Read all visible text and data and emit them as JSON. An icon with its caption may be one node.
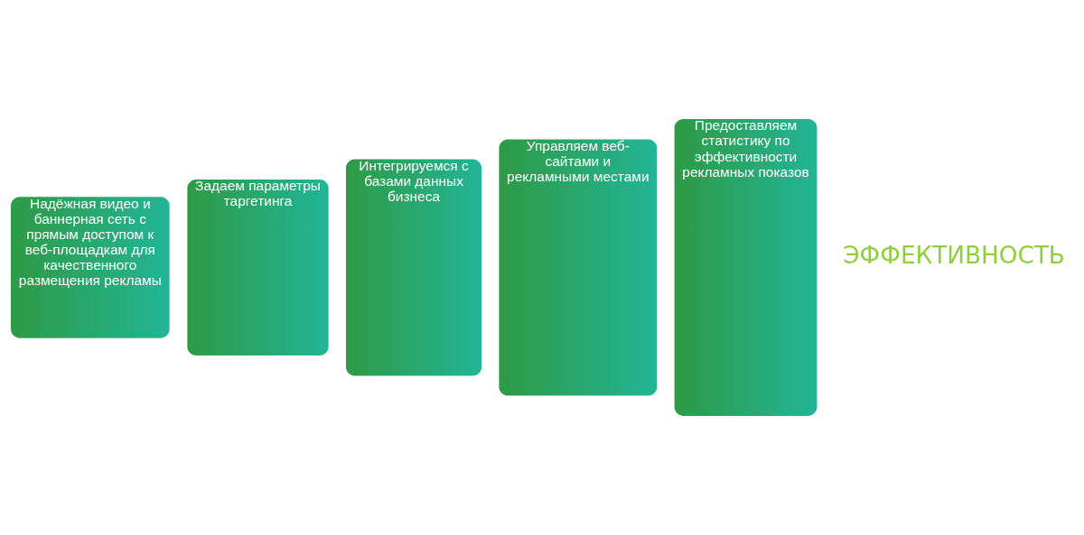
{
  "diagram": {
    "nodes": [
      {
        "text": [
          "Надёжная видео и баннерная сеть с прямым доступом к веб-площадкам для качественного размещения рекламы"
        ]
      },
      {
        "text": [
          "Задаем параметры таргетинга"
        ]
      },
      {
        "text": [
          "Интегрируемся с базами данных бизнеса"
        ]
      },
      {
        "text": [
          "Управляем веб-сайтами и рекламными местами"
        ]
      },
      {
        "text": [
          "Предоставляем статистику по эффективности рекламных показов"
        ]
      }
    ],
    "edges": [],
    "labels": [
      "ЭФФЕКТИВНОСТЬ"
    ]
  }
}
